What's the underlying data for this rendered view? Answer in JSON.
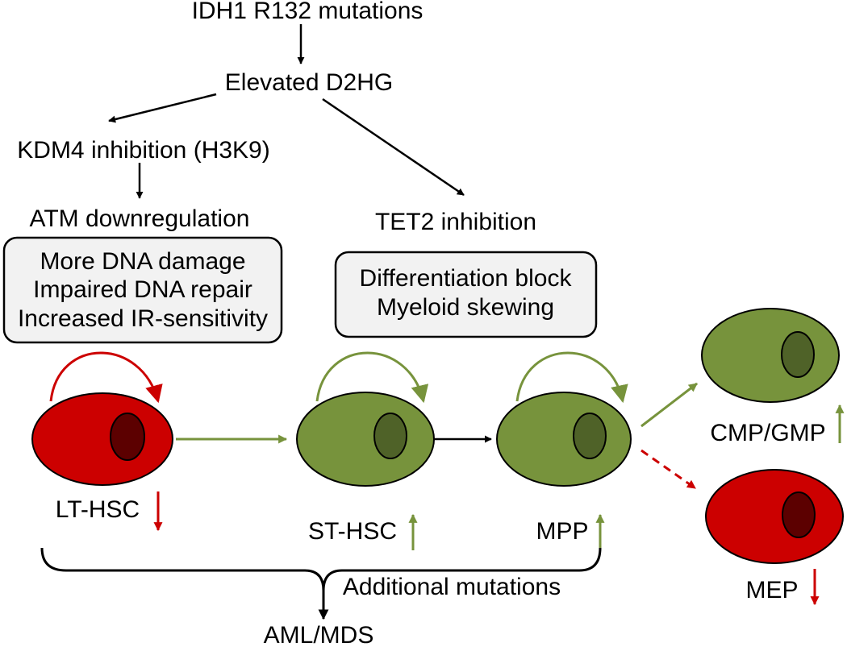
{
  "colors": {
    "red": "#cc0000",
    "dark_red_nucleus": "#5c0000",
    "green": "#77933c",
    "dark_green_nucleus": "#4f6228",
    "box_fill": "#f2f2f2",
    "black": "#000000"
  },
  "pathway": {
    "top": "IDH1 R132 mutations",
    "elevated": "Elevated D2HG",
    "kdm4": "KDM4 inhibition (H3K9)",
    "atm": "ATM downregulation",
    "tet2": "TET2 inhibition"
  },
  "box_left": {
    "lines": [
      "More DNA damage",
      "Impaired DNA repair",
      "Increased IR-sensitivity"
    ]
  },
  "box_right": {
    "lines": [
      "Differentiation block",
      "Myeloid skewing"
    ]
  },
  "cells": {
    "lt_hsc": "LT-HSC",
    "st_hsc": "ST-HSC",
    "mpp": "MPP",
    "cmp_gmp": "CMP/GMP",
    "mep": "MEP"
  },
  "bottom": {
    "additional": "Additional mutations",
    "aml": "AML/MDS"
  }
}
